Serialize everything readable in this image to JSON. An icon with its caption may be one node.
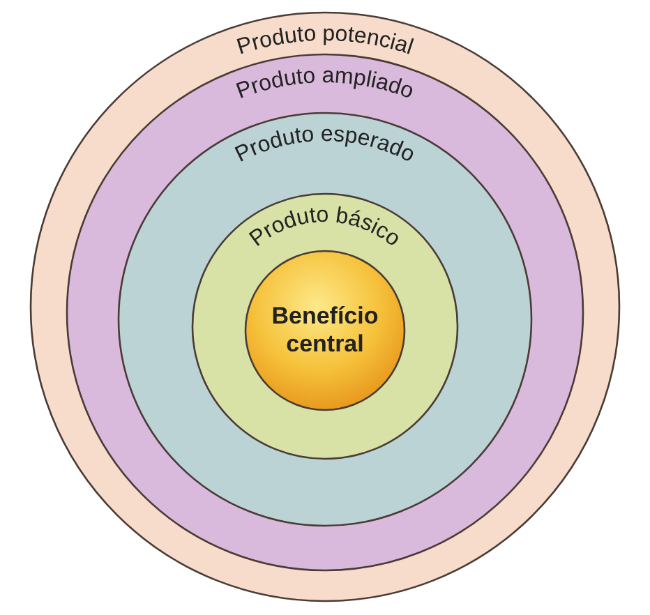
{
  "diagram": {
    "nodes": [
      {
        "text": [
          "Produto potencial"
        ]
      },
      {
        "text": [
          "Produto ampliado"
        ],
        "in": 0
      },
      {
        "text": [
          "Produto esperado"
        ],
        "in": 1
      },
      {
        "text": [
          "Produto básico"
        ],
        "in": 2
      },
      {
        "text": [
          "Benefício central"
        ],
        "in": 3
      }
    ]
  }
}
